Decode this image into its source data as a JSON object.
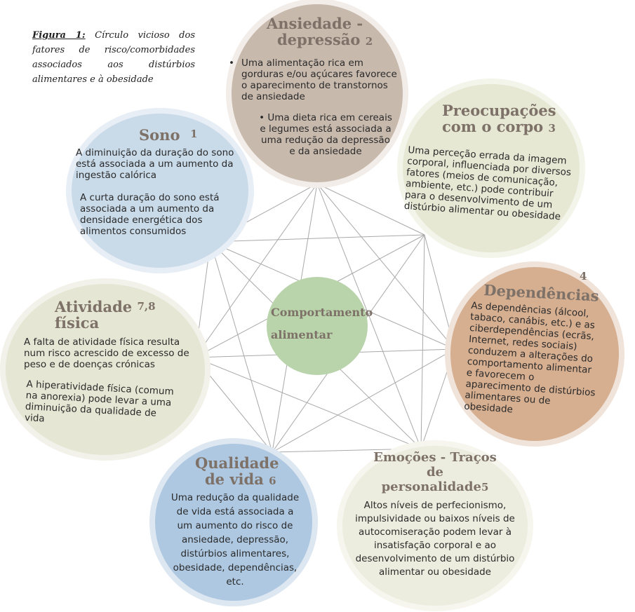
{
  "caption": {
    "lead": "Figura 1:",
    "text": " Círculo vicioso dos fatores de risco/comorbidades associados aos distúrbios alimentares e à obesidade"
  },
  "center": {
    "line1": "Comportamento",
    "line2": "alimentar",
    "color": "#b9d3ab"
  },
  "nodes": {
    "ansiedade": {
      "title1": "Ansiedade -",
      "title2": "depressão",
      "ref": "2",
      "bullet1": "Uma alimentação rica em gorduras e/ou açúcares favorece o aparecimento de transtornos de ansiedade",
      "bullet2": "Uma dieta rica em cereais e legumes está associada a uma redução da depressão e da ansiedade",
      "color": "#c8b9ad"
    },
    "sono": {
      "title": "Sono",
      "ref": "1",
      "p1": "A diminuição da duração do sono está associada a um aumento da ingestão calórica",
      "p2": "A curta duração do sono está associada a um aumento da densidade energética dos alimentos consumidos",
      "color": "#c9dae9"
    },
    "preocupacoes": {
      "title1": "Preocupações",
      "title2": "com o corpo",
      "ref": "3",
      "p1": "Uma perceção errada da imagem corporal, influenciada por diversos fatores (meios de comunicação, ambiente, etc.) pode contribuir para o desenvolvimento de um distúrbio alimentar ou obesidade",
      "color": "#e6e8d4"
    },
    "dependencias": {
      "title": "Dependências",
      "ref": "4",
      "p1": "As dependências (álcool, tabaco, canábis, etc.) e as ciberdependências (ecrãs, Internet, redes sociais) conduzem a alterações do comportamento alimentar e favorecem o aparecimento de distúrbios alimentares ou de obesidade",
      "color": "#d6ae90"
    },
    "atividade": {
      "title1": "Atividade",
      "title2": "física",
      "ref": "7,8",
      "p1": "A falta de atividade física resulta num risco acrescido de excesso de peso e de doenças crónicas",
      "p2": "A hiperatividade física (comum na anorexia) pode levar a uma diminuição da qualidade de vida",
      "color": "#e5e6d3"
    },
    "qualidade": {
      "title1": "Qualidade",
      "title2": "de vida",
      "ref": "6",
      "p1": "Uma redução da qualidade de vida está associada a um aumento do risco de ansiedade, depressão, distúrbios alimentares, obesidade, dependências, etc.",
      "color": "#aec8e2"
    },
    "emocoes": {
      "title1": "Emoções - Traços",
      "title2": "de",
      "title3": "personalidade",
      "ref": "5",
      "p1": "Altos níveis de perfecionismo, impulsividade ou baixos níveis de autocomiseração podem levar à insatisfação corporal e ao desenvolvimento de um distúrbio alimentar ou obesidade",
      "color": "#ecedde"
    }
  }
}
